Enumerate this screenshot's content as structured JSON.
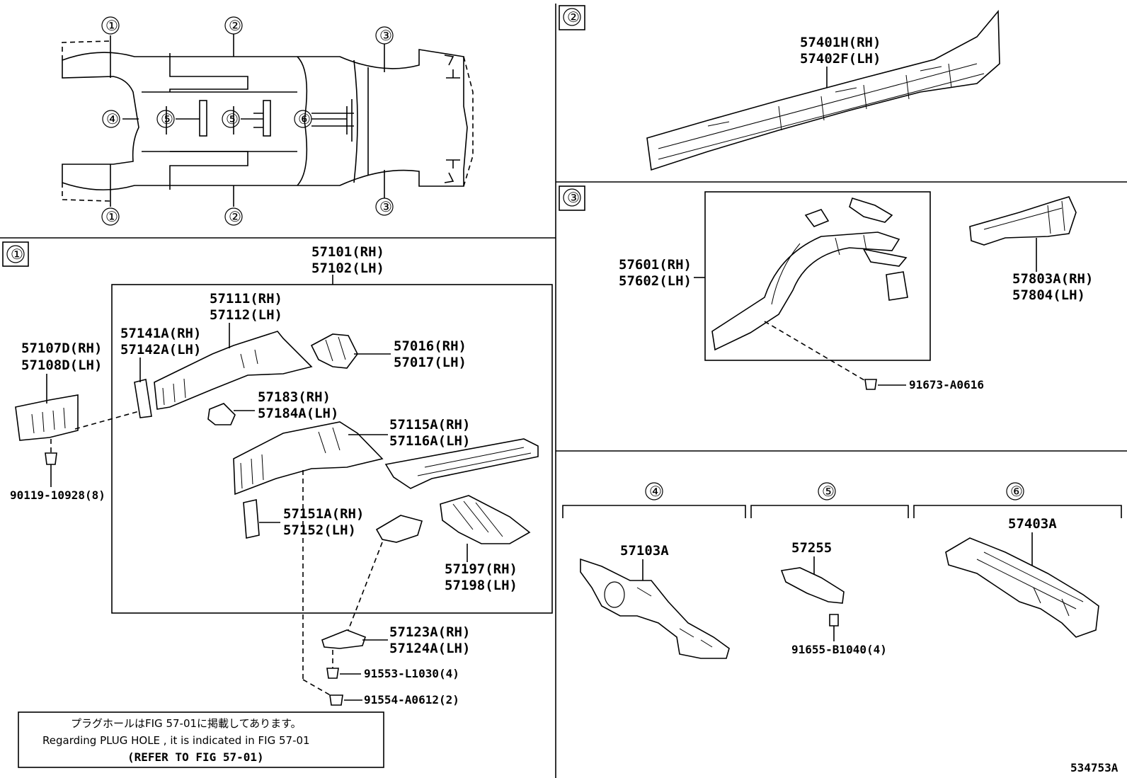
{
  "overview": {
    "callouts": [
      "①",
      "②",
      "③",
      "④",
      "⑤",
      "⑤",
      "⑥",
      "①",
      "②",
      "③"
    ]
  },
  "section1": {
    "tag": "①",
    "parts": {
      "p57101": "57101(RH)",
      "p57102": "57102(LH)",
      "p57111": "57111(RH)",
      "p57112": "57112(LH)",
      "p57141": "57141A(RH)",
      "p57142": "57142A(LH)",
      "p57107": "57107D(RH)",
      "p57108": "57108D(LH)",
      "p57016": "57016(RH)",
      "p57017": "57017(LH)",
      "p57183": "57183(RH)",
      "p57184": "57184A(LH)",
      "p57115": "57115A(RH)",
      "p57116": "57116A(LH)",
      "p90119": "90119-10928(8)",
      "p57151": "57151A(RH)",
      "p57152": "57152(LH)",
      "p57197": "57197(RH)",
      "p57198": "57198(LH)",
      "p57123": "57123A(RH)",
      "p57124": "57124A(LH)",
      "p91553": "91553-L1030(4)",
      "p91554": "91554-A0612(2)"
    },
    "note": {
      "jp": "プラグホールはFIG 57-01に掲載してあります。",
      "en": "Regarding PLUG HOLE , it is indicated in FIG 57-01",
      "ref": "(REFER TO FIG 57-01)"
    }
  },
  "section2": {
    "tag": "②",
    "parts": {
      "p57401": "57401H(RH)",
      "p57402": "57402F(LH)"
    }
  },
  "section3": {
    "tag": "③",
    "parts": {
      "p57601": "57601(RH)",
      "p57602": "57602(LH)",
      "p57803": "57803A(RH)",
      "p57804": "57804(LH)",
      "p91673": "91673-A0616"
    }
  },
  "section4": {
    "tag": "④",
    "part": "57103A"
  },
  "section5": {
    "tag": "⑤",
    "part": "57255",
    "bolt": "91655-B1040(4)"
  },
  "section6": {
    "tag": "⑥",
    "part": "57403A"
  },
  "figure_id": "534753A"
}
